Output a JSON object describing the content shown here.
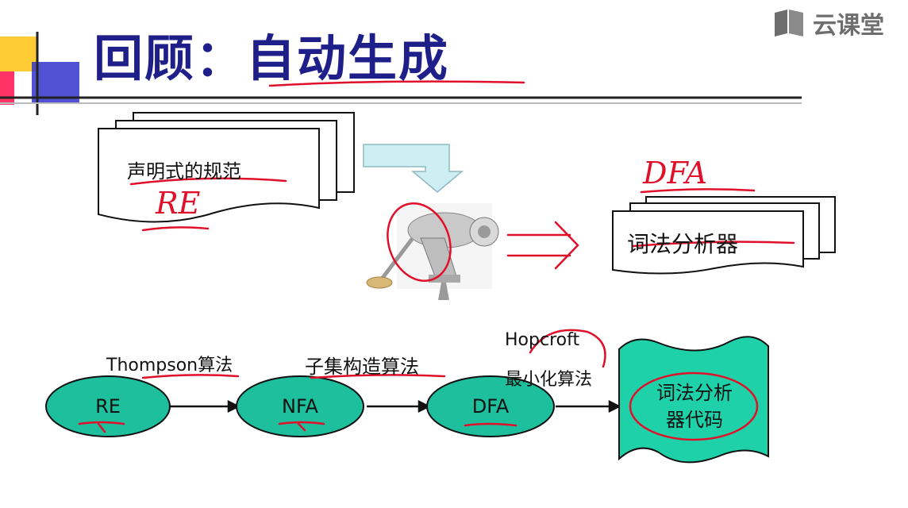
{
  "brand": {
    "name": "云课堂",
    "icon": "cloud-classroom-logo-icon"
  },
  "slide": {
    "title_prefix": "回顾：",
    "title_main": "自动生成"
  },
  "spec_doc": {
    "label": "声明式的规范"
  },
  "analyzer_doc": {
    "label": "词法分析器"
  },
  "icons": {
    "arrow": "down-right-arrow-icon",
    "grinder": "meat-grinder-image"
  },
  "annotations": {
    "re": "RE",
    "dfa": "DFA"
  },
  "flow": {
    "nodes": [
      {
        "label": "RE"
      },
      {
        "label": "NFA"
      },
      {
        "label": "DFA"
      }
    ],
    "edges": [
      {
        "label": "Thompson算法"
      },
      {
        "label": "子集构造算法"
      },
      {
        "label_line1": "Hopcroft",
        "label_line2": "最小化算法"
      }
    ],
    "output": {
      "line1": "词法分析",
      "line2": "器代码"
    }
  },
  "colors": {
    "title": "#1f1f8a",
    "node_fill": "#1dbf9d",
    "output_fill": "#1fd1a8",
    "arrow_fill": "#cdeef2",
    "ink_red": "#e0102a"
  }
}
